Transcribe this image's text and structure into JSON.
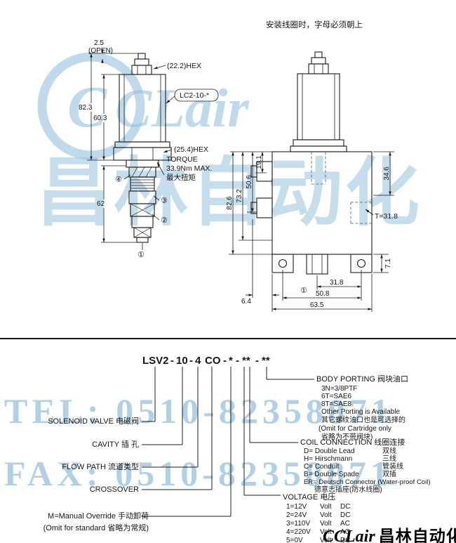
{
  "page": {
    "install_note": "安装线圈时，字母必须朝上"
  },
  "watermark": {
    "color": "#8ebbda",
    "logo_c": "C",
    "logo_rest": "CLair",
    "cn": "昌林自动化",
    "tel": "TEL: 0510-82358871",
    "fax": "FAX: 0510-82358871"
  },
  "cartridge": {
    "dim_open": "2.5",
    "open_label": "(OPEN)",
    "hex_coil": "(22.2)HEX",
    "dim_total": "82.3",
    "dim_coil": "60.3",
    "model": "LC2-10-*",
    "hex_nut": "(25.4)HEX",
    "torque1": "TORQUE",
    "torque2": "33.9Nm MAX.",
    "torque3": "最大扭矩",
    "dim_cart": "62",
    "p4": "④",
    "p3": "③",
    "p2": "②",
    "p1": "①"
  },
  "body": {
    "d19": "19.1",
    "d50": "50.6",
    "d73": "73.2",
    "d82": "82.6",
    "d34": "34.6",
    "thread": "T=31.8",
    "d7": "7.1",
    "p1": "①",
    "d31": "31.8",
    "d508": "50.8",
    "d64": "6.4",
    "d635": "63.5"
  },
  "ordering": {
    "code": {
      "s1": "LSV2",
      "d1": "-",
      "s2": "10",
      "d2": "-",
      "s3": "4",
      "s4": "CO",
      "d3": "-",
      "s5": "*",
      "d4": "-",
      "s6": "**",
      "d5": "-",
      "s7": "**"
    },
    "left": [
      "SOLENOID VALVE 电磁阀",
      "CAVITY 插 孔",
      "FLOW PATH 流道类型",
      "CROSSOVER",
      "M=Manual Override 手动卸荷",
      "(Omit for standard 省略为常规)"
    ],
    "body_porting": {
      "title": "BODY PORTING 阀块油口",
      "items": [
        "3N=3/8PTF",
        "6T=SAE6",
        "8T=SAE8",
        "Other Porting is Available",
        "其它螺纹油口也是可选择的",
        "(Omit for Cartridge only",
        "省略为不带阀块)"
      ]
    },
    "coil": {
      "title": "COIL CONNECTION 线圈连接",
      "items": [
        {
          "en": "D= Double Lead",
          "cn": "双线"
        },
        {
          "en": "H= Hirschmann",
          "cn": "三线"
        },
        {
          "en": "C= Conduit",
          "cn": "管装线"
        },
        {
          "en": "B= Double Spade",
          "cn": "双插"
        },
        {
          "en": "ER= Deutsch Connector (Water-proof Coil)"
        },
        {
          "en": "德意志插座(防水线圈)"
        }
      ]
    },
    "voltage": {
      "title": "VOLTAGE 电压",
      "items": [
        {
          "v": "1=12V",
          "u": "Volt",
          "t": "DC"
        },
        {
          "v": "2=24V",
          "u": "Volt",
          "t": "DC"
        },
        {
          "v": "3=110V",
          "u": "Volt",
          "t": "AC"
        },
        {
          "v": "4=220V",
          "u": "Volt",
          "t": "AC"
        },
        {
          "v": "5=0V",
          "u": "Volt",
          "t": "DC"
        }
      ]
    }
  },
  "footer": {
    "en": "CCLair",
    "cn": "昌林自动化"
  }
}
